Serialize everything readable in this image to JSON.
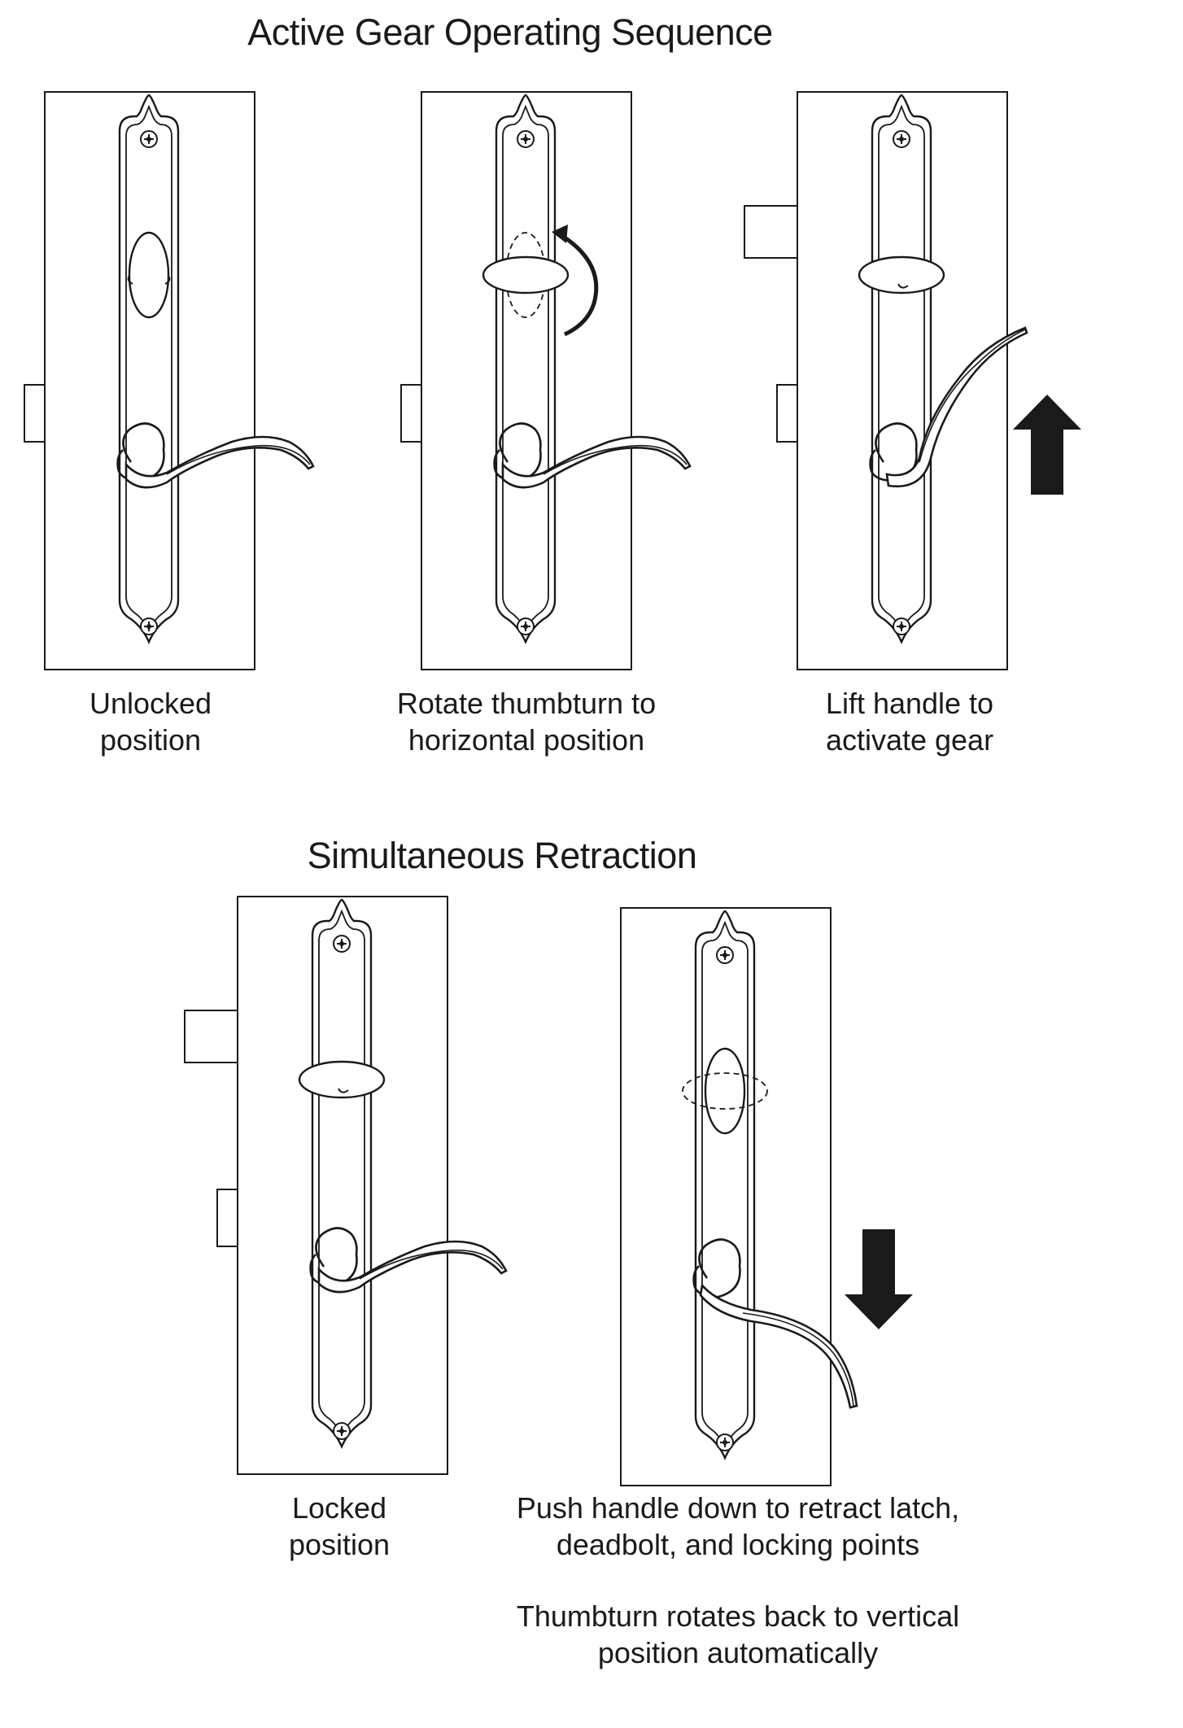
{
  "section1": {
    "title": "Active Gear Operating Sequence",
    "steps": [
      {
        "caption": [
          "Unlocked",
          "position"
        ],
        "thumbturn": "vertical",
        "handle": "level",
        "deadbolt": false,
        "motion_arrow": "none"
      },
      {
        "caption": [
          "Rotate thumbturn to",
          "horizontal position"
        ],
        "thumbturn": "rotating-to-horizontal",
        "handle": "level",
        "deadbolt": false,
        "motion_arrow": "rotate"
      },
      {
        "caption": [
          "Lift handle to",
          "activate gear"
        ],
        "thumbturn": "horizontal",
        "handle": "raised",
        "deadbolt": true,
        "motion_arrow": "up"
      }
    ]
  },
  "section2": {
    "title": "Simultaneous Retraction",
    "steps": [
      {
        "caption": [
          "Locked",
          "position"
        ],
        "thumbturn": "horizontal",
        "handle": "level",
        "deadbolt": true,
        "motion_arrow": "none"
      },
      {
        "caption": [
          "Push handle down to retract latch,",
          "deadbolt, and locking points"
        ],
        "thumbturn": "returning-to-vertical",
        "handle": "lowered",
        "deadbolt": false,
        "motion_arrow": "down"
      }
    ],
    "note": [
      "Thumbturn rotates back to vertical",
      "position automatically"
    ]
  },
  "colors": {
    "line": "#1a1a1a",
    "background": "#ffffff"
  }
}
